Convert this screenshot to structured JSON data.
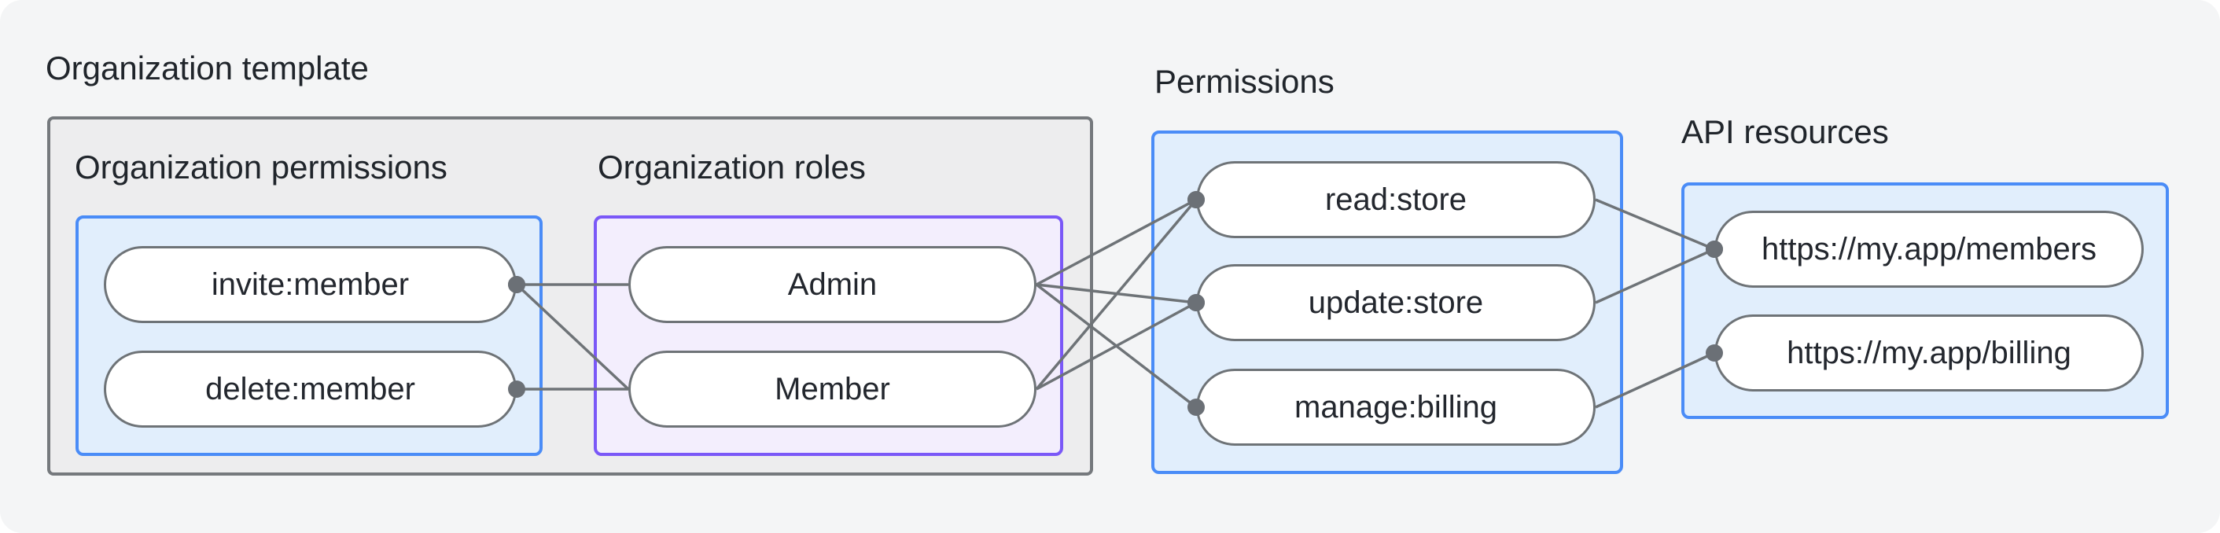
{
  "org_template": {
    "title": "Organization template",
    "org_permissions": {
      "title": "Organization permissions",
      "pills": [
        "invite:member",
        "delete:member"
      ]
    },
    "org_roles": {
      "title": "Organization roles",
      "pills": [
        "Admin",
        "Member"
      ]
    }
  },
  "permissions": {
    "title": "Permissions",
    "pills": [
      "read:store",
      "update:store",
      "manage:billing"
    ]
  },
  "api_resources": {
    "title": "API resources",
    "pills": [
      "https://my.app/members",
      "https://my.app/billing"
    ]
  },
  "colors": {
    "page_bg": "#f4f5f6",
    "template_panel_fill": "#ededee",
    "template_panel_border": "#75797d",
    "blue_panel_fill": "#e1eefc",
    "blue_panel_border": "#4a8cf7",
    "purple_panel_fill": "#f3eefd",
    "purple_panel_border": "#7a58f7",
    "pill_fill": "#ffffff",
    "pill_border": "#6e7377",
    "connector": "#6e7377",
    "connector_dot": "#6b7076",
    "text": "#20252b"
  },
  "connections": [
    {
      "from": "invite.right",
      "to": "admin.left",
      "dot": "from"
    },
    {
      "from": "invite.right",
      "to": "member.left",
      "dot": "from"
    },
    {
      "from": "delete.right",
      "to": "member.left",
      "dot": "from"
    },
    {
      "from": "admin.right",
      "to": "read.left",
      "dot": "to"
    },
    {
      "from": "admin.right",
      "to": "update.left",
      "dot": "to"
    },
    {
      "from": "admin.right",
      "to": "manage.left",
      "dot": "to"
    },
    {
      "from": "member.right",
      "to": "read.left",
      "dot": "to"
    },
    {
      "from": "member.right",
      "to": "update.left",
      "dot": "to"
    },
    {
      "from": "read.right",
      "to": "members.left",
      "dot": "to"
    },
    {
      "from": "update.right",
      "to": "members.left",
      "dot": "to"
    },
    {
      "from": "manage.right",
      "to": "billing.left",
      "dot": "to"
    }
  ]
}
